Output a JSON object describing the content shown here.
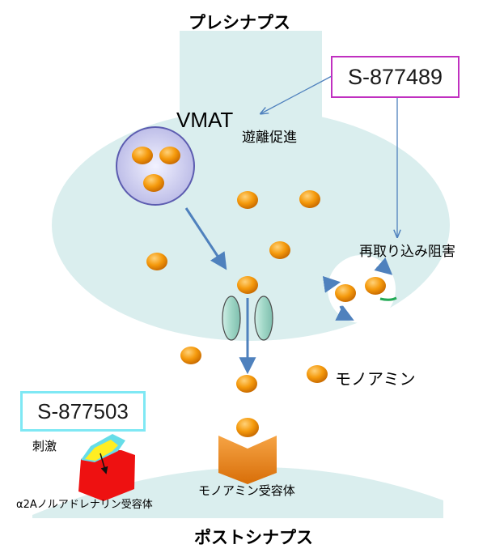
{
  "title_pre": "プレシナプス",
  "title_post": "ポストシナプス",
  "vmat": "VMAT",
  "release_promotion": "遊離促進",
  "reuptake_inhibition": "再取り込み阻害",
  "monoamine": "モノアミン",
  "monoamine_receptor": "モノアミン受容体",
  "stimulation": "刺激",
  "alpha2a_receptor": "α2Aノルアドレナリン受容体",
  "compound_a": "S-877489",
  "compound_b": "S-877503",
  "colors": {
    "cell": "#daeeee",
    "vesicle": "#c9c9ec",
    "vesicle_border": "#5c5cb0",
    "monoamine": "#f59a0c",
    "arrow": "#4f81bd",
    "box_a_border": "#c030c0",
    "box_b_border": "#7fe8f4",
    "channel": "#a8d8c8",
    "transporter": "#22aa55",
    "receptor_red": "#ee1111",
    "receptor_yellow": "#ffee22",
    "receptor_cyan": "#66dde8",
    "monoamine_receptor": "#ee8811"
  }
}
